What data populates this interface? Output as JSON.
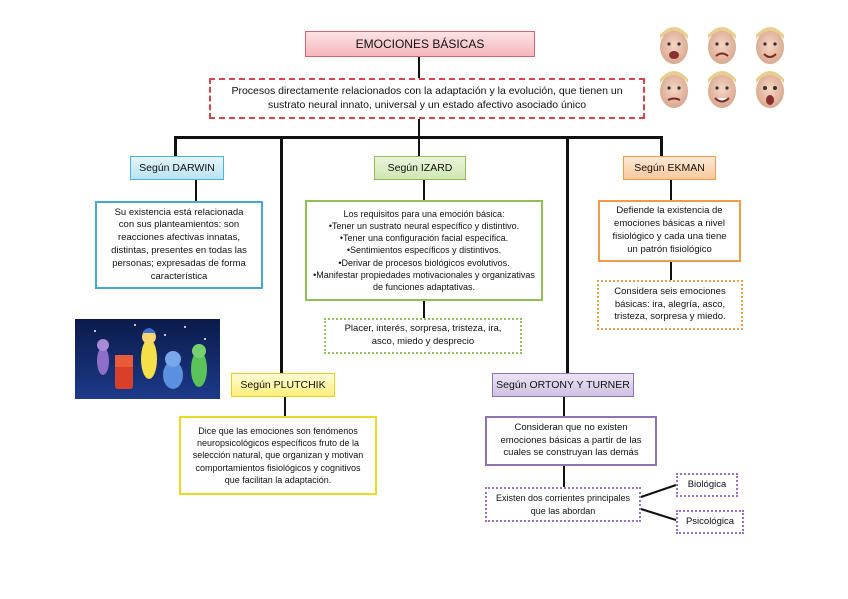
{
  "title": "EMOCIONES BÁSICAS",
  "definition": "Procesos directamente relacionados con la adaptación y la evolución, que tienen un sustrato neural innato, universal y un estado afectivo asociado único",
  "darwin": {
    "header": "Según DARWIN",
    "text": "Su existencia está relacionada con sus planteamientos: son reacciones afectivas innatas, distintas, presentes en todas las personas; expresadas de forma característica"
  },
  "izard": {
    "header": "Según IZARD",
    "text": "Los requisitos para una emoción básica:\n•Tener un sustrato neural específico y distintivo.\n•Tener una configuración facial específica.\n•Sentimientos específicos y distintivos.\n•Derivar de procesos biológicos evolutivos.\n•Manifestar propiedades motivacionales y organizativas de funciones adaptativas.",
    "emotions": "Placer, interés, sorpresa, tristeza, ira, asco, miedo y desprecio"
  },
  "ekman": {
    "header": "Según EKMAN",
    "text": "Defiende la existencia de emociones básicas a nivel fisiológico y cada una tiene un patrón fisiológico",
    "emotions": "Considera seis emociones básicas: ira, alegría, asco, tristeza, sorpresa y miedo."
  },
  "plutchik": {
    "header": "Según PLUTCHIK",
    "text": "Dice que las emociones son fenómenos neuropsicológicos específicos fruto de la selección natural, que organizan y motivan comportamientos fisiológicos y cognitivos que facilitan la adaptación."
  },
  "ortony": {
    "header": "Según ORTONY Y TURNER",
    "text": "Consideran que no existen emociones básicas a partir de las cuales se construyan las demás",
    "currents": "Existen dos corrientes principales que las abordan",
    "current_1": "Biológica",
    "current_2": "Psicológica"
  },
  "colors": {
    "title": "#d9646f",
    "definition": "#d9444f",
    "darwin": "#47a7d0",
    "izard": "#8fbf56",
    "ekman": "#ef9c4a",
    "plutchik": "#ecd925",
    "ortony": "#8e73b7",
    "connector": "#111111"
  },
  "images": {
    "faces": "faces-photo-collage",
    "characters": "animated-emotion-characters-image"
  }
}
